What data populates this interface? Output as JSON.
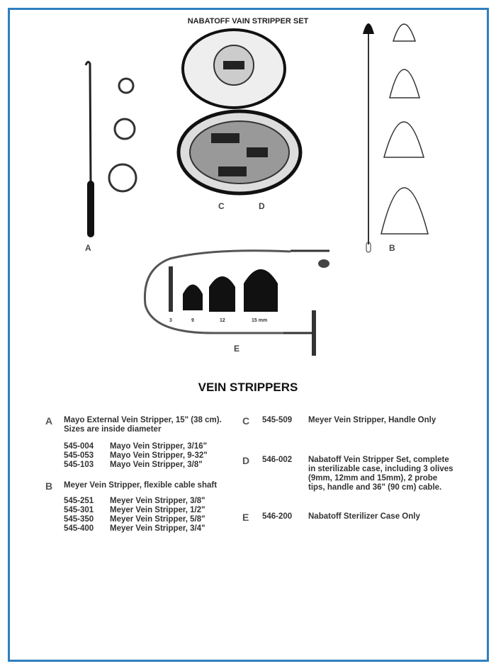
{
  "title": "NABATOFF VAIN STRIPPER SET",
  "heading": "VEIN STRIPPERS",
  "figure_labels": {
    "a": "A",
    "b": "B",
    "c": "C",
    "d": "D",
    "e": "E"
  },
  "olive_sizes": [
    "3",
    "9",
    "12",
    "15 mm"
  ],
  "left": {
    "a": {
      "letter": "A",
      "line1": "Mayo External Vein Stripper, 15\" (38 cm).",
      "line2": "Sizes are inside diameter",
      "items": [
        {
          "code": "545-004",
          "desc": "Mayo Vein Stripper, 3/16\""
        },
        {
          "code": "545-053",
          "desc": "Mayo Vein Stripper, 9-32\""
        },
        {
          "code": "545-103",
          "desc": "Mayo Vein Stripper, 3/8\""
        }
      ]
    },
    "b": {
      "letter": "B",
      "line1": "Meyer Vein Stripper, flexible cable shaft",
      "items": [
        {
          "code": "545-251",
          "desc": "Meyer Vein Stripper, 3/8\""
        },
        {
          "code": "545-301",
          "desc": "Meyer Vein Stripper, 1/2\""
        },
        {
          "code": "545-350",
          "desc": "Meyer Vein Stripper, 5/8\""
        },
        {
          "code": "545-400",
          "desc": "Meyer Vein Stripper, 3/4\""
        }
      ]
    }
  },
  "right": [
    {
      "letter": "C",
      "code": "545-509",
      "desc": "Meyer Vein Stripper, Handle Only"
    },
    {
      "letter": "D",
      "code": "546-002",
      "desc": "Nabatoff Vein Stripper Set, complete in sterilizable case, including 3 olives (9mm, 12mm and 15mm), 2 probe tips, handle and 36\" (90 cm) cable."
    },
    {
      "letter": "E",
      "code": "546-200",
      "desc": "Nabatoff Sterilizer Case Only"
    }
  ]
}
